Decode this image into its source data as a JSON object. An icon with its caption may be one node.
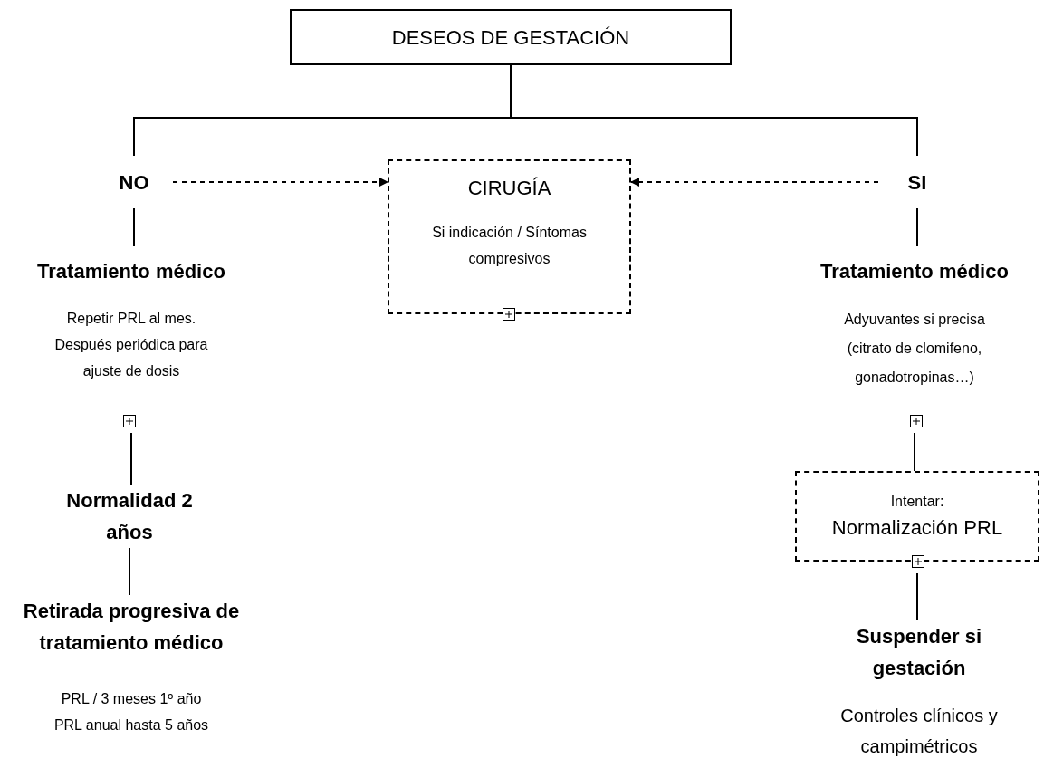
{
  "diagram": {
    "nodes": [
      {
        "text": [
          "DESEOS DE GESTACIÓN"
        ]
      },
      {
        "text": [
          "NO"
        ]
      },
      {
        "text": [
          "CIRUGÍA",
          "Si indicación / Síntomas compresivos"
        ]
      },
      {
        "text": [
          "SI"
        ]
      },
      {
        "text": [
          "Tratamiento médico",
          "Repetir PRL al mes. Después periódica para ajuste de dosis"
        ]
      },
      {
        "text": [
          "Normalidad 2 años"
        ]
      },
      {
        "text": [
          "Retirada progresiva de tratamiento médico",
          "PRL / 3 meses 1º año",
          "PRL anual hasta 5 años"
        ]
      },
      {
        "text": [
          "Tratamiento médico",
          "Adyuvantes si precisa (citrato de clomifeno, gonadotropinas…)"
        ]
      },
      {
        "text": [
          "Intentar:",
          "Normalización PRL"
        ]
      },
      {
        "text": [
          "Suspender si gestación",
          "Controles clínicos y campimétricos"
        ]
      }
    ],
    "edges": [
      {
        "from": 0,
        "to": 1,
        "arrow": "none"
      },
      {
        "from": 0,
        "to": 3,
        "arrow": "none"
      },
      {
        "from": 1,
        "to": 2,
        "arrow": "to",
        "style": "dashed"
      },
      {
        "from": 3,
        "to": 2,
        "arrow": "to",
        "style": "dashed"
      },
      {
        "from": 1,
        "to": 4,
        "arrow": "none"
      },
      {
        "from": 4,
        "to": 5,
        "arrow": "none"
      },
      {
        "from": 5,
        "to": 6,
        "arrow": "none"
      },
      {
        "from": 3,
        "to": 7,
        "arrow": "none"
      },
      {
        "from": 7,
        "to": 8,
        "arrow": "none"
      },
      {
        "from": 8,
        "to": 9,
        "arrow": "none"
      }
    ]
  }
}
